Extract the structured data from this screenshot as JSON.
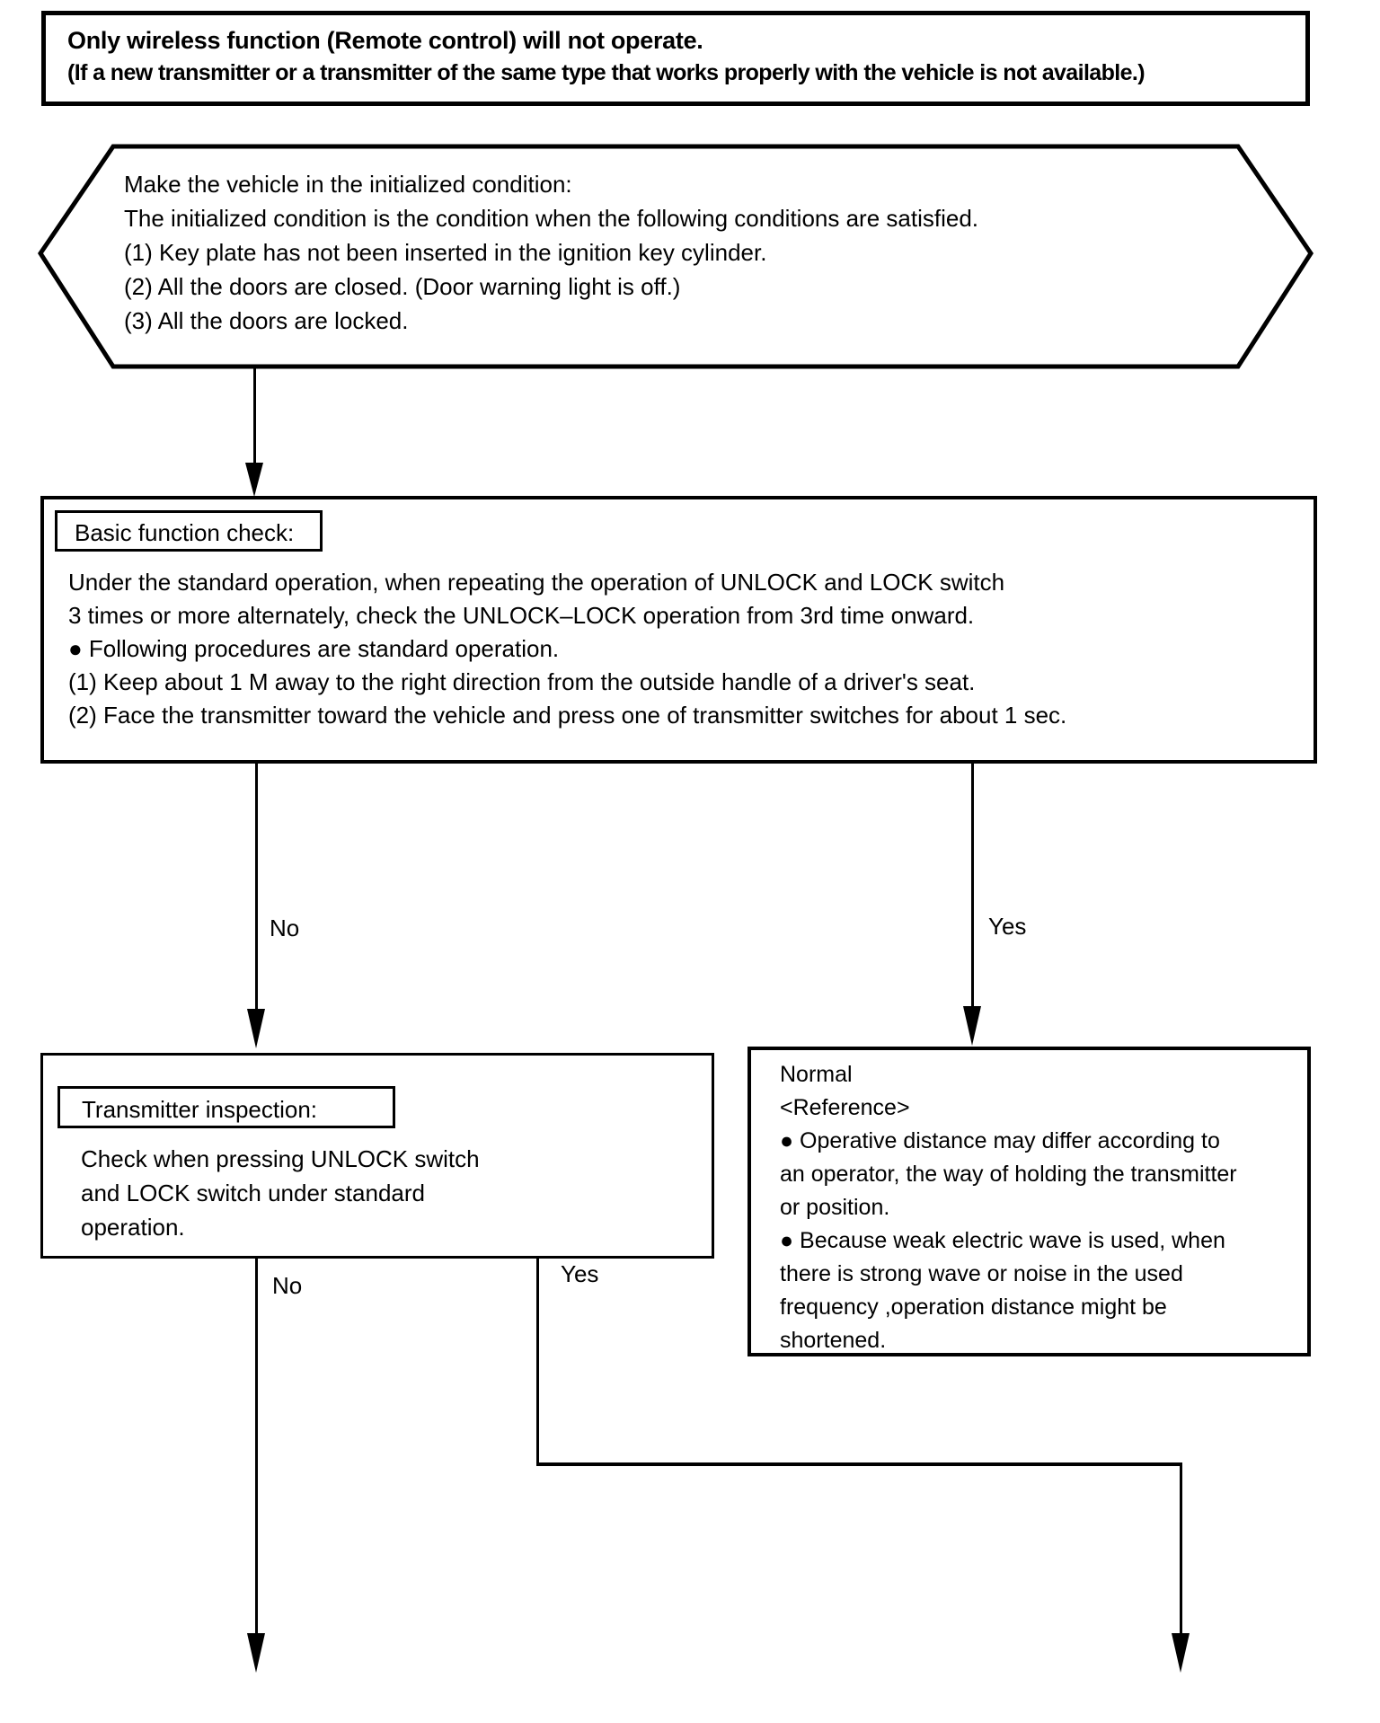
{
  "flowchart": {
    "problem_box": {
      "line1": "Only wireless function (Remote control) will not operate.",
      "line2": "(If a new transmitter or a transmitter of the same type that works properly with the vehicle is not available.)"
    },
    "init_condition_hexagon": {
      "lines": [
        "Make the vehicle in the initialized condition:",
        "The initialized condition is the condition when the following conditions are satisfied.",
        "(1) Key plate has not been inserted in the ignition key cylinder.",
        "(2) All the doors are closed. (Door warning light is off.)",
        "(3) All the doors are locked."
      ]
    },
    "basic_check_box": {
      "title": "Basic function check:",
      "lines": [
        "Under the standard operation, when repeating the operation of UNLOCK and LOCK switch",
        "3 times or more alternately, check the UNLOCK–LOCK operation from 3rd time onward.",
        "● Following procedures are standard operation.",
        "(1) Keep about 1 M away to the right direction from the outside handle of a driver's seat.",
        "(2) Face the transmitter toward the vehicle and press one of transmitter switches for about 1 sec."
      ]
    },
    "basic_branch": {
      "no_label": "No",
      "yes_label": "Yes"
    },
    "transmitter_box": {
      "title": "Transmitter inspection:",
      "lines": [
        "Check when pressing UNLOCK switch",
        "and LOCK switch under standard",
        "operation."
      ]
    },
    "transmitter_branch": {
      "no_label": "No",
      "yes_label": "Yes"
    },
    "normal_box": {
      "lines": [
        "Normal",
        "<Reference>",
        "● Operative distance may differ according to",
        "an operator, the way of holding the transmitter",
        "or position.",
        "● Because weak electric wave is used, when",
        "there is strong wave or noise in the used",
        "frequency ,operation distance might be",
        "shortened."
      ]
    },
    "colors": {
      "ink": "#000000",
      "paper": "#ffffff"
    }
  }
}
